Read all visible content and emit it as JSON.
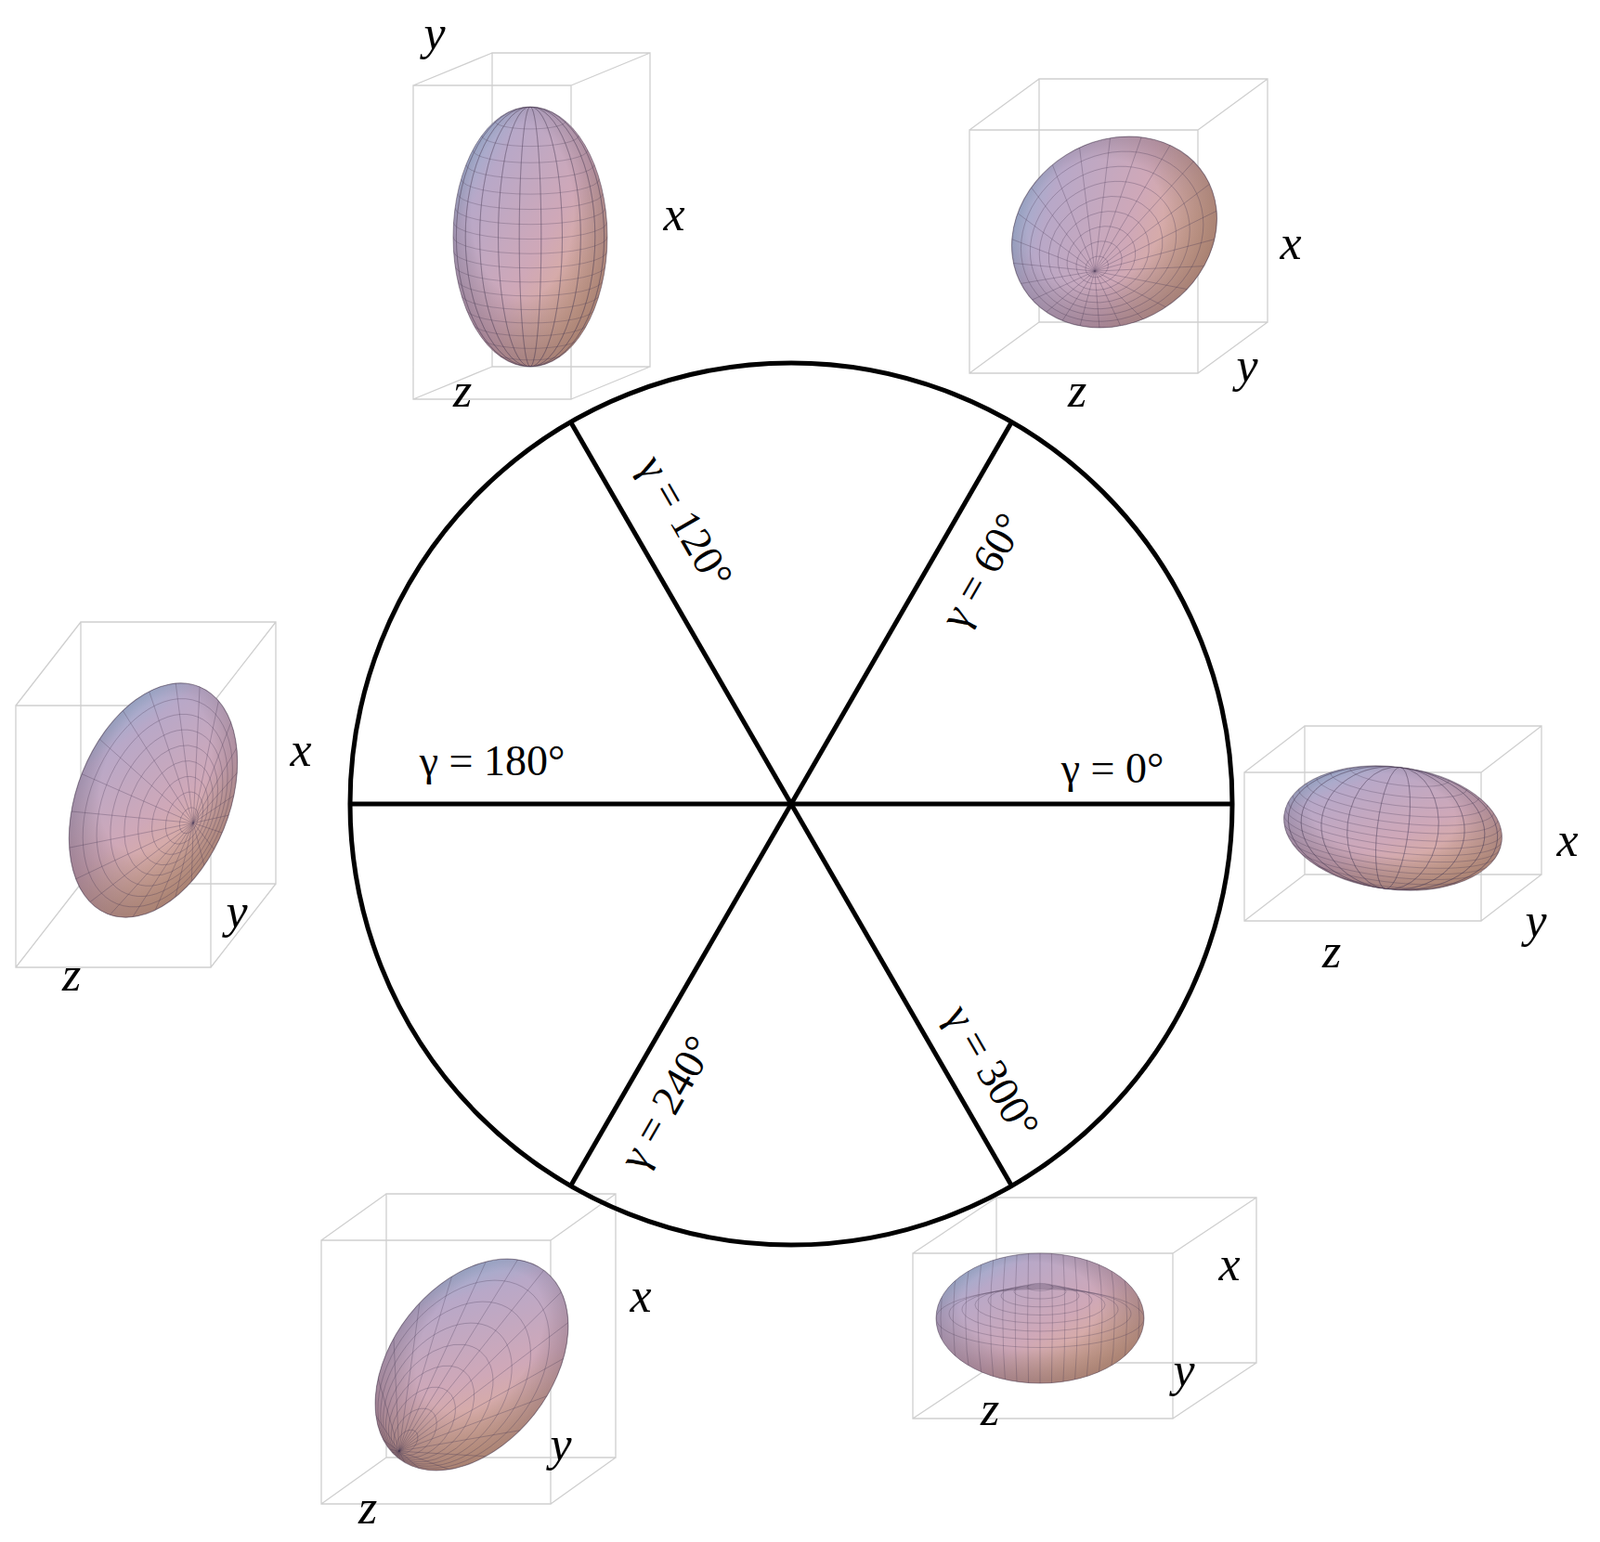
{
  "diagram": {
    "labels": [
      "y",
      "x",
      "z",
      "x",
      "y",
      "z",
      "γ = 120°",
      "γ = 60°",
      "γ = 180°",
      "γ = 0°",
      "x",
      "y",
      "z",
      "x",
      "y",
      "z",
      "γ = 240°",
      "γ = 300°",
      "x",
      "y",
      "z",
      "x",
      "y",
      "z"
    ]
  }
}
